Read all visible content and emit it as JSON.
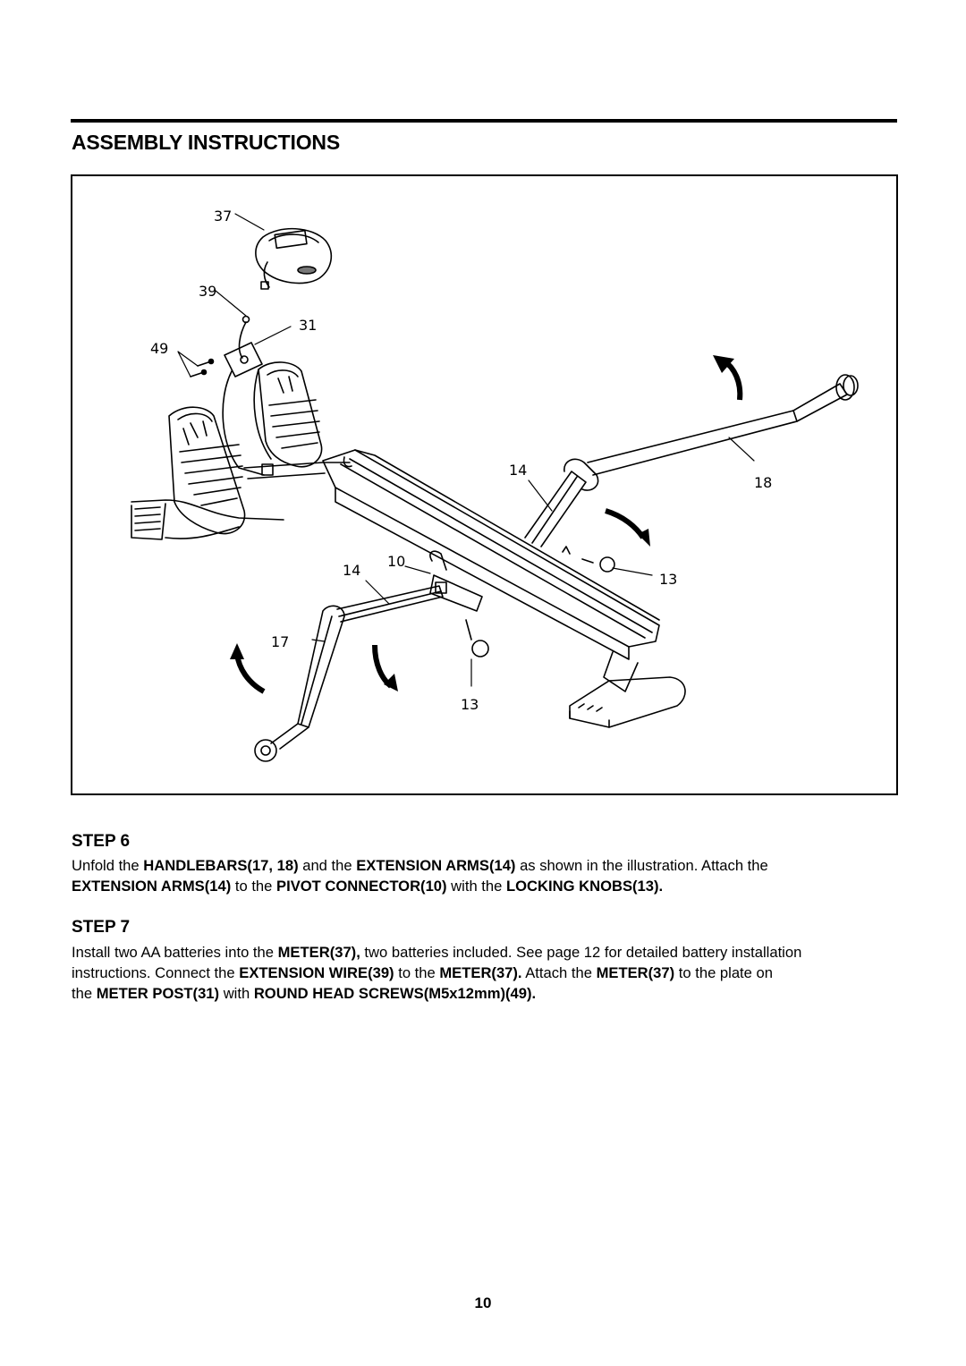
{
  "header": {
    "title": "ASSEMBLY INSTRUCTIONS"
  },
  "figure": {
    "callouts": [
      "37",
      "39",
      "31",
      "49",
      "14",
      "18",
      "14",
      "10",
      "13",
      "17",
      "13"
    ]
  },
  "step6": {
    "heading": "STEP 6",
    "line1": [
      {
        "t": "Unfold the ",
        "b": false
      },
      {
        "t": "HANDLEBARS(17, 18)",
        "b": true
      },
      {
        "t": " and the ",
        "b": false
      },
      {
        "t": "EXTENSION ARMS(14)",
        "b": true
      },
      {
        "t": " as shown in the illustration. Attach the",
        "b": false
      }
    ],
    "line2": [
      {
        "t": "EXTENSION ARMS(14)",
        "b": true
      },
      {
        "t": " to the ",
        "b": false
      },
      {
        "t": "PIVOT CONNECTOR(10)",
        "b": true
      },
      {
        "t": " with the ",
        "b": false
      },
      {
        "t": "LOCKING KNOBS(13).",
        "b": true
      }
    ]
  },
  "step7": {
    "heading": "STEP 7",
    "line1": [
      {
        "t": "Install two AA batteries into the ",
        "b": false
      },
      {
        "t": "METER(37),",
        "b": true
      },
      {
        "t": " two batteries included. See page 12 for detailed battery installation",
        "b": false
      }
    ],
    "line2": [
      {
        "t": "instructions. Connect the ",
        "b": false
      },
      {
        "t": "EXTENSION WIRE(39)",
        "b": true
      },
      {
        "t": " to the ",
        "b": false
      },
      {
        "t": "METER(37).",
        "b": true
      },
      {
        "t": " Attach the ",
        "b": false
      },
      {
        "t": "METER(37)",
        "b": true
      },
      {
        "t": " to the plate on",
        "b": false
      }
    ],
    "line3": [
      {
        "t": "the ",
        "b": false
      },
      {
        "t": "METER POST(31)",
        "b": true
      },
      {
        "t": " with ",
        "b": false
      },
      {
        "t": "ROUND HEAD SCREWS(M5x12mm)(49).",
        "b": true
      }
    ]
  },
  "footer": {
    "page_number": "10"
  }
}
